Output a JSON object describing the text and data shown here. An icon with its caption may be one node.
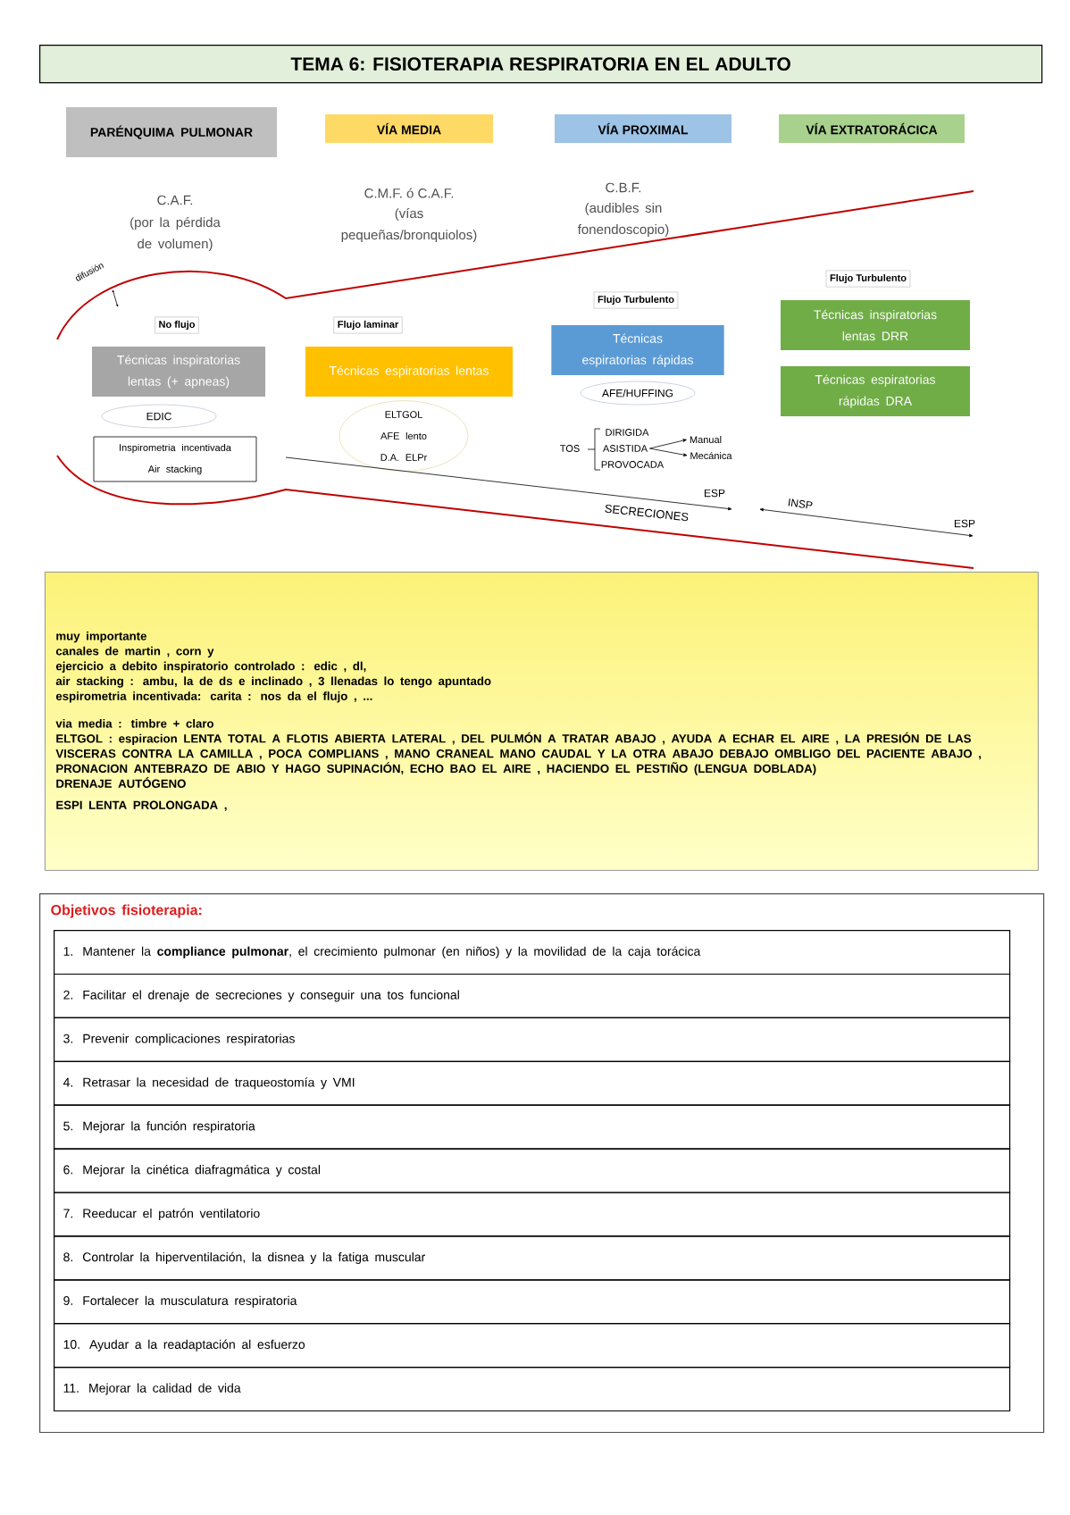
{
  "diagram": {
    "title": "TEMA 6: FISIOTERAPIA RESPIRATORIA EN EL ADULTO",
    "nodes": [
      {
        "text": [
          "PARÉNQUIMA PULMONAR"
        ]
      },
      {
        "text": [
          "VÍA MEDIA"
        ]
      },
      {
        "text": [
          "VÍA PROXIMAL"
        ]
      },
      {
        "text": [
          "VÍA EXTRATORÁCICA"
        ]
      },
      {
        "text": [
          "No flujo"
        ]
      },
      {
        "text": [
          "Técnicas inspiratorias lentas (+ apneas)"
        ]
      },
      {
        "text": [
          "EDIC"
        ]
      },
      {
        "text": [
          "Inspirometria incentivada Air stacking"
        ]
      },
      {
        "text": [
          "Flujo laminar"
        ]
      },
      {
        "text": [
          "Técnicas espiratorias lentas"
        ]
      },
      {
        "text": [
          "ELTGOL AFE lento D.A. ELPr"
        ]
      },
      {
        "text": [
          "Flujo Turbulento"
        ]
      },
      {
        "text": [
          "Técnicas espiratorias rápidas"
        ]
      },
      {
        "text": [
          "AFE/HUFFING"
        ]
      },
      {
        "text": [
          "Flujo Turbulento"
        ]
      },
      {
        "text": [
          "Técnicas inspiratorias lentas DRR"
        ]
      },
      {
        "text": [
          "Técnicas espiratorias rápidas DRA"
        ]
      },
      {
        "text": [
          "ASISTIDA"
        ]
      },
      {
        "text": [
          "Manual"
        ]
      },
      {
        "text": [
          "Mecánica"
        ]
      },
      {
        "text": [
          "muy importante",
          "canales de martin , corn y",
          "ejercicio a debito inspiratorio controlado : edic , dl,",
          "air stacking : ambu, la de ds e inclinado , 3 llenadas lo tengo apuntado",
          "espirometria incentivada: carita : nos da el flujo , ...",
          "via media : timbre + claro",
          "ELTGOL : espiracion LENTA TOTAL A FLOTIS ABIERTA LATERAL , DEL PULMÓN A TRATAR ABAJO , AYUDA A ECHAR EL AIRE , LA PRESIÓN DE LAS VISCERAS CONTRA LA CAMILLA , POCA COMPLIANS , MANO CRANEAL MANO CAUDAL Y LA OTRA ABAJO DEBAJO OMBLIGO DEL PACIENTE ABAJO , PRONACION ANTEBRAZO DE ABIO Y HAGO SUPINACIÓN, ECHO BAO EL AIRE , HACIENDO EL PESTIÑO (LENGUA DOBLADA)",
          "DRENAJE AUTÓGENO",
          "ESPI LENTA PROLONGADA ,"
        ]
      },
      {
        "text": [
          "Objetivos fisioterapia:"
        ]
      },
      {
        "text": [
          "1. Mantener la **compliance pulmonar**, el crecimiento pulmonar (en niños) y la movilidad de la caja torácica"
        ],
        "in": 21
      },
      {
        "text": [
          "2. Facilitar el drenaje de secreciones y conseguir una tos funcional"
        ],
        "in": 21
      },
      {
        "text": [
          "3. Prevenir complicaciones respiratorias"
        ],
        "in": 21
      },
      {
        "text": [
          "4. Retrasar la necesidad de traqueostomía y VMI"
        ],
        "in": 21
      },
      {
        "text": [
          "5. Mejorar la función respiratoria"
        ],
        "in": 21
      },
      {
        "text": [
          "6. Mejorar la cinética diafragmática y costal"
        ],
        "in": 21
      },
      {
        "text": [
          "7. Reeducar el patrón ventilatorio"
        ],
        "in": 21
      },
      {
        "text": [
          "8. Controlar la hiperventilación, la disnea y la fatiga muscular"
        ],
        "in": 21
      },
      {
        "text": [
          "9. Fortalecer la musculatura respiratoria"
        ],
        "in": 21
      },
      {
        "text": [
          "10. Ayudar a la readaptación al esfuerzo"
        ],
        "in": 21
      },
      {
        "text": [
          "11. Mejorar la calidad de vida"
        ],
        "in": 21
      }
    ],
    "edges": [
      {
        "from": 17,
        "to": 18,
        "arrow": "to"
      },
      {
        "from": 17,
        "to": 19,
        "arrow": "to"
      }
    ],
    "labels": [
      "C.A.F.",
      "(por la pérdida de volumen)",
      "C.M.F. ó C.A.F.",
      "(vías pequeñas/bronquiolos)",
      "C.B.F.",
      "(audibles sin fonendoscopio)",
      "difusión",
      "TOS",
      "DIRIGIDA",
      "PROVOCADA",
      "ESP",
      "INSP",
      "SECRECIONES",
      "ESP"
    ]
  }
}
